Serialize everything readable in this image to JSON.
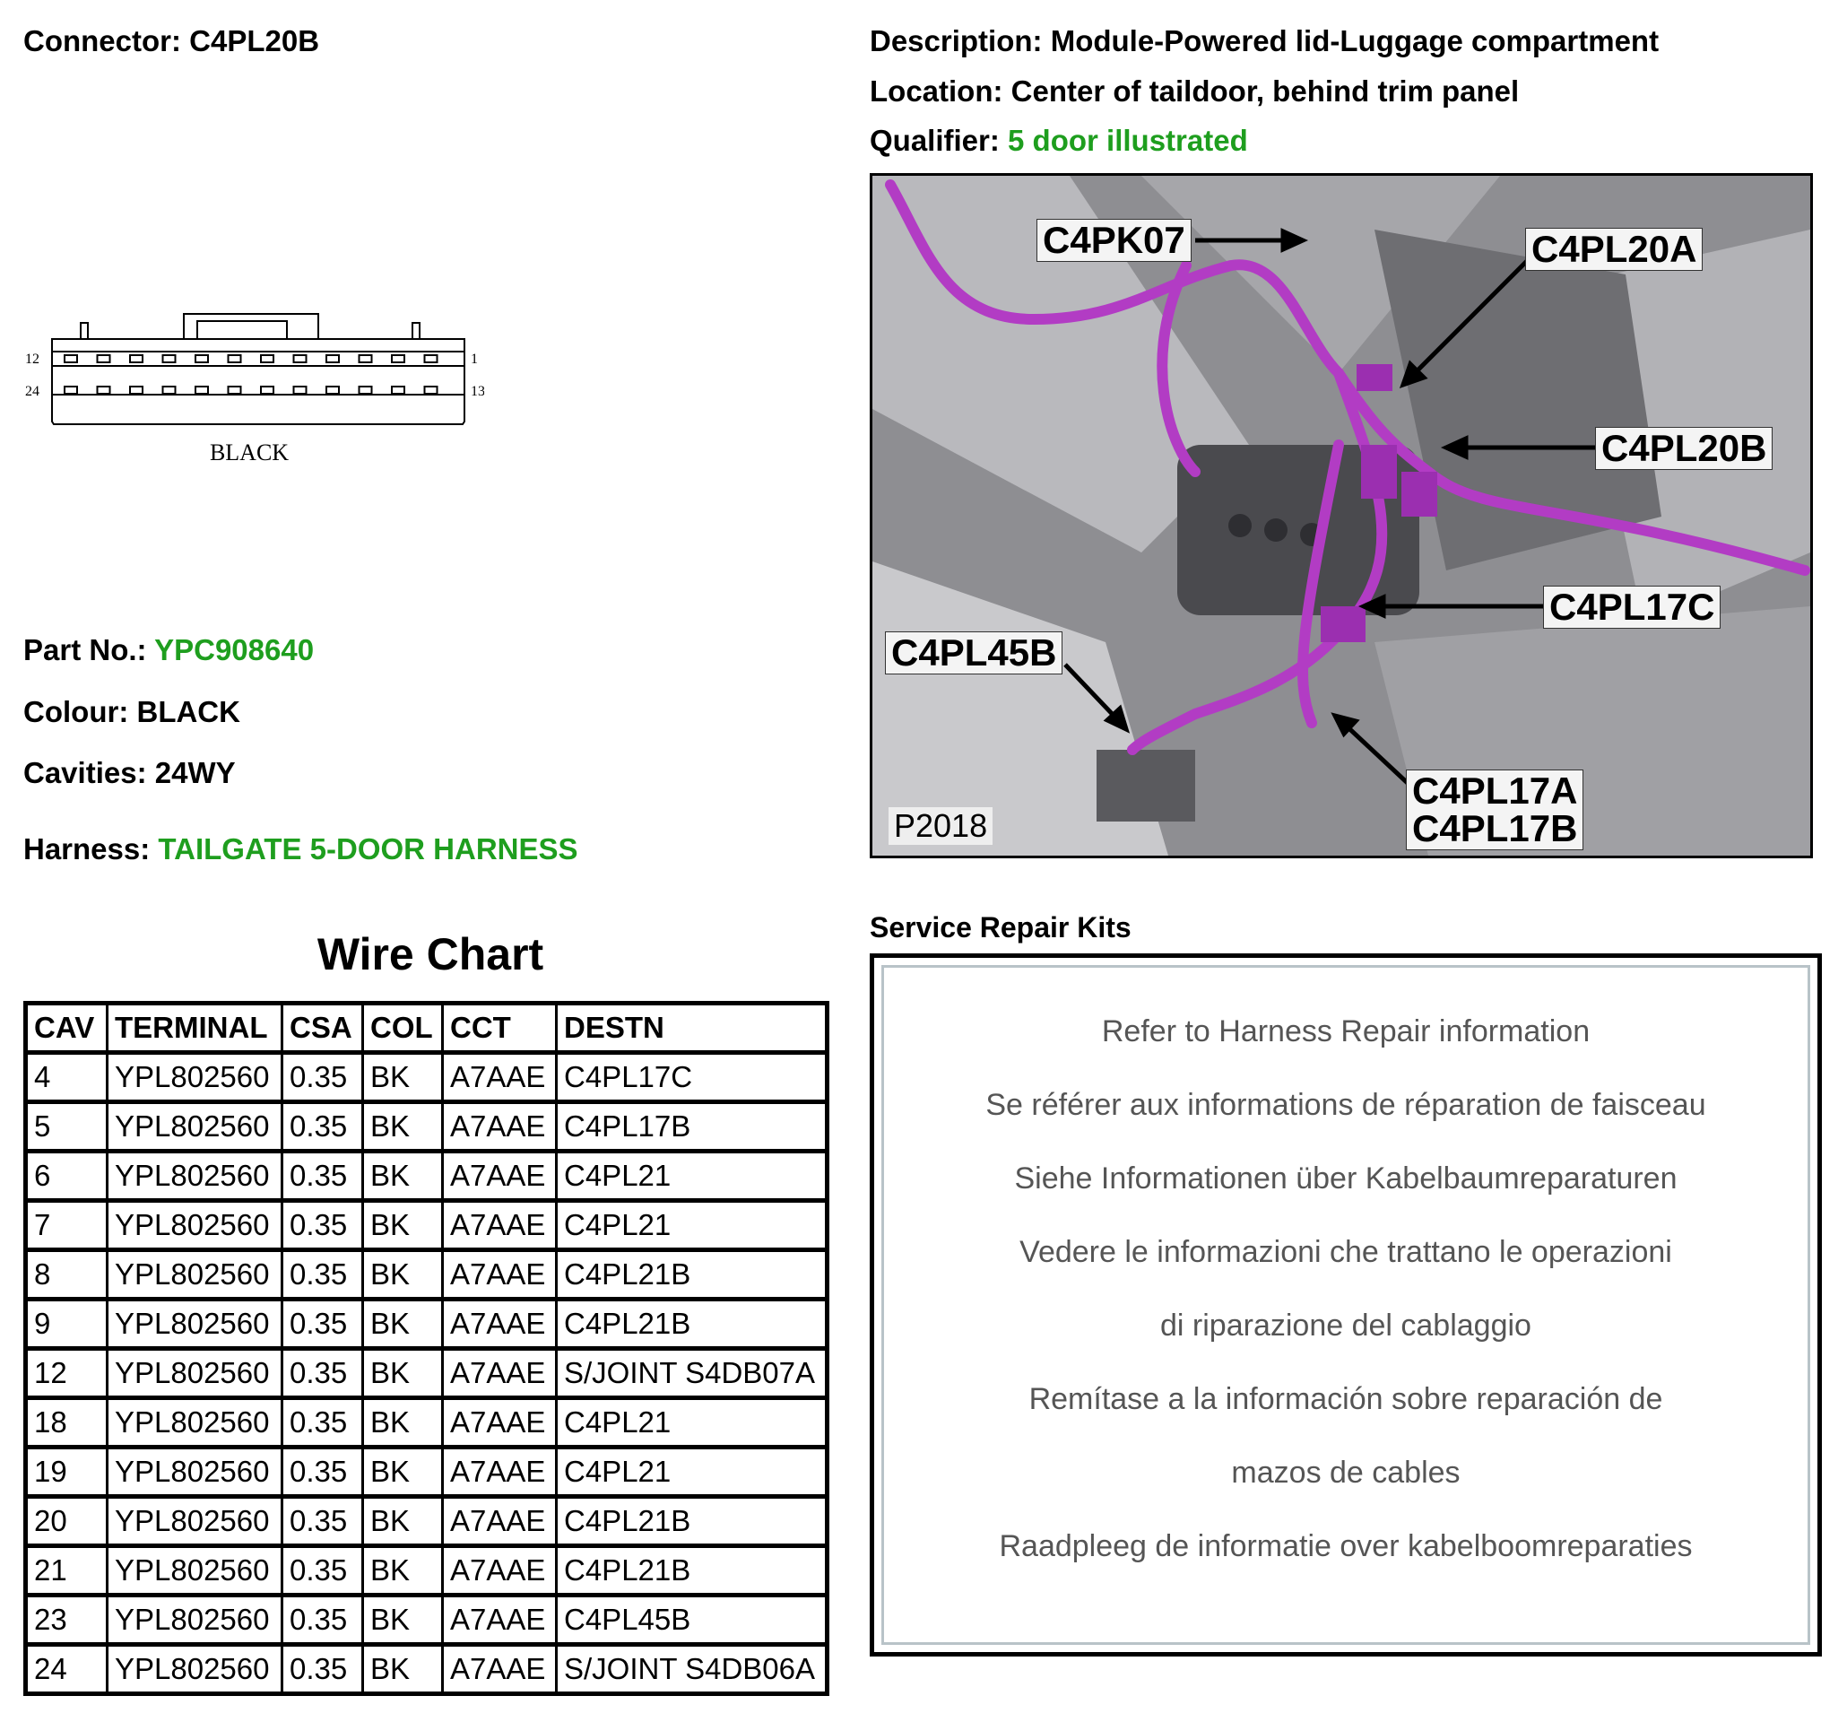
{
  "connector": {
    "label": "Connector:",
    "value": "C4PL20B"
  },
  "drawing": {
    "pin_left_top": "12",
    "pin_right_top": "1",
    "pin_left_bottom": "24",
    "pin_right_bottom": "13",
    "color_label": "BLACK"
  },
  "part_no": {
    "label": "Part No.:",
    "value": "YPC908640"
  },
  "colour": {
    "label": "Colour:",
    "value": "BLACK"
  },
  "cavities": {
    "label": "Cavities:",
    "value": "24WY"
  },
  "harness": {
    "label": "Harness:",
    "value": "TAILGATE 5-DOOR HARNESS"
  },
  "description": {
    "label": "Description:",
    "value": "Module-Powered lid-Luggage compartment"
  },
  "location": {
    "label": "Location:",
    "value": "Center of taildoor, behind trim panel"
  },
  "qualifier": {
    "label": "Qualifier:",
    "value": "5 door illustrated"
  },
  "photo": {
    "ref": "P2018",
    "callouts": [
      "C4PK07",
      "C4PL20A",
      "C4PL20B",
      "C4PL17C",
      "C4PL45B",
      "C4PL17A",
      "C4PL17B"
    ]
  },
  "wire_chart": {
    "title": "Wire Chart",
    "headers": [
      "CAV",
      "TERMINAL",
      "CSA",
      "COL",
      "CCT",
      "DESTN"
    ],
    "rows": [
      [
        "4",
        "YPL802560",
        "0.35",
        "BK",
        "A7AAE",
        "C4PL17C"
      ],
      [
        "5",
        "YPL802560",
        "0.35",
        "BK",
        "A7AAE",
        "C4PL17B"
      ],
      [
        "6",
        "YPL802560",
        "0.35",
        "BK",
        "A7AAE",
        "C4PL21"
      ],
      [
        "7",
        "YPL802560",
        "0.35",
        "BK",
        "A7AAE",
        "C4PL21"
      ],
      [
        "8",
        "YPL802560",
        "0.35",
        "BK",
        "A7AAE",
        "C4PL21B"
      ],
      [
        "9",
        "YPL802560",
        "0.35",
        "BK",
        "A7AAE",
        "C4PL21B"
      ],
      [
        "12",
        "YPL802560",
        "0.35",
        "BK",
        "A7AAE",
        "S/JOINT S4DB07A"
      ],
      [
        "18",
        "YPL802560",
        "0.35",
        "BK",
        "A7AAE",
        "C4PL21"
      ],
      [
        "19",
        "YPL802560",
        "0.35",
        "BK",
        "A7AAE",
        "C4PL21"
      ],
      [
        "20",
        "YPL802560",
        "0.35",
        "BK",
        "A7AAE",
        "C4PL21B"
      ],
      [
        "21",
        "YPL802560",
        "0.35",
        "BK",
        "A7AAE",
        "C4PL21B"
      ],
      [
        "23",
        "YPL802560",
        "0.35",
        "BK",
        "A7AAE",
        "C4PL45B"
      ],
      [
        "24",
        "YPL802560",
        "0.35",
        "BK",
        "A7AAE",
        "S/JOINT S4DB06A"
      ]
    ]
  },
  "service_repair_kits": {
    "title": "Service Repair Kits",
    "lines": [
      "Refer to Harness Repair information",
      "Se référer aux informations de réparation de faisceau",
      "Siehe Informationen über Kabelbaumreparaturen",
      "Vedere le informazioni che trattano le operazioni",
      "di riparazione del cablaggio",
      "Remítase a la información sobre reparación de",
      "mazos de cables",
      "Raadpleeg de informatie over kabelboomreparaties"
    ]
  },
  "colors": {
    "green": "#1e9e1e",
    "harness_purple": "#b23cc4"
  }
}
